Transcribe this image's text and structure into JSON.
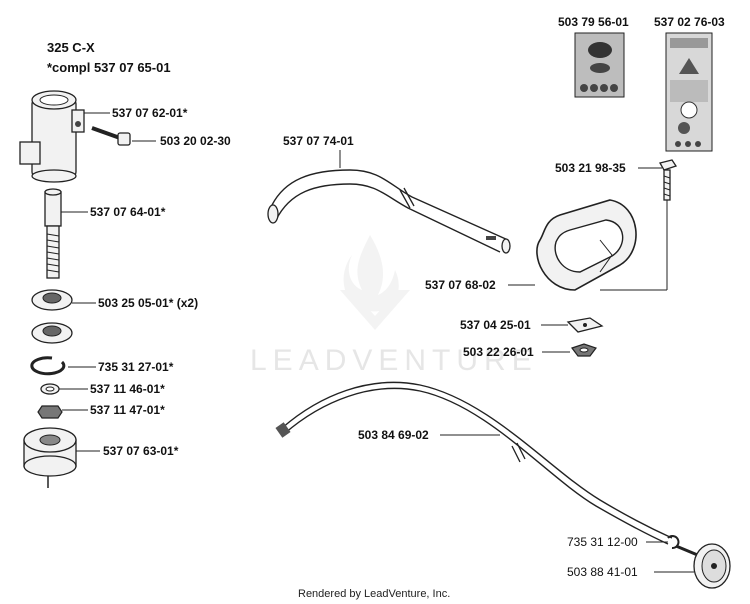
{
  "title": {
    "model": "325 C-X",
    "kit": "*compl 537 07 65-01"
  },
  "watermark": "LEADVENTURE",
  "footer": "Rendered by LeadVenture, Inc.",
  "labels": {
    "coupling_body": "537 07 62-01*",
    "screw": "503 20 02-30",
    "shaft_sleeve": "537 07 64-01*",
    "bearing": "503 25 05-01* (x2)",
    "circlip": "735 31 27-01*",
    "washer": "537 11 46-01*",
    "nut": "537 11 47-01*",
    "coupling_bottom": "537 07 63-01*",
    "decal_left": "503 79 56-01",
    "decal_right": "537 02 76-03",
    "handle_bolt": "503 21 98-35",
    "shaft_tube": "537 07 74-01",
    "loop_handle": "537 07 68-02",
    "clamp": "537 04 25-01",
    "wing_nut": "503 22 26-01",
    "drive_shaft": "503 84 69-02",
    "shaft_clip": "735 31 12-00",
    "drive_disc": "503 88 41-01"
  }
}
